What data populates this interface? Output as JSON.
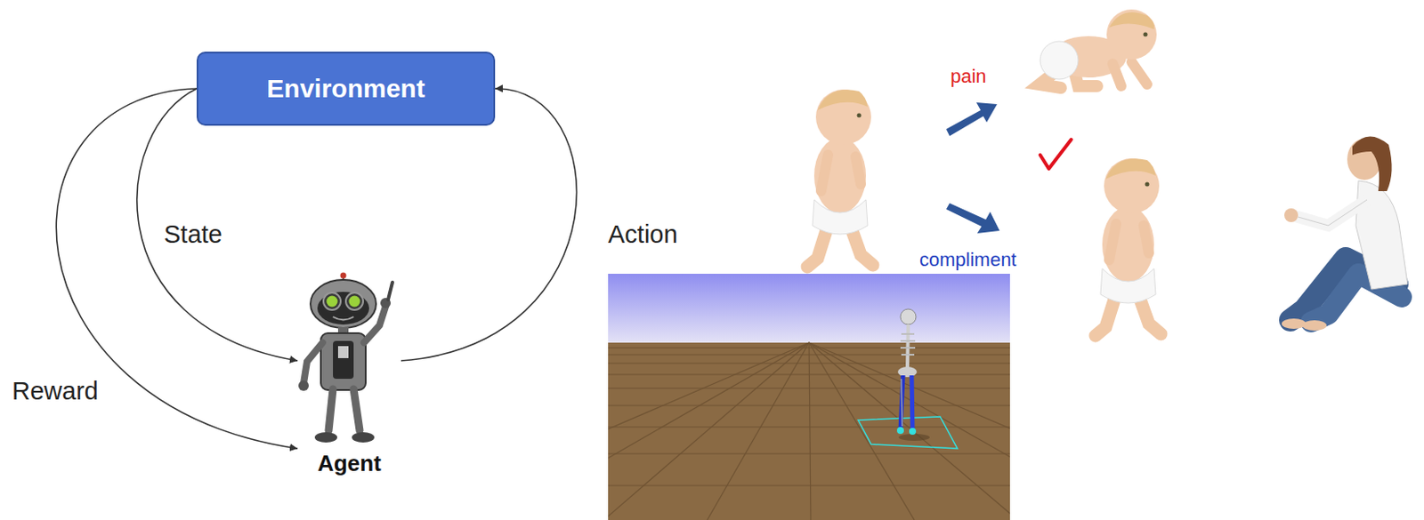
{
  "diagram": {
    "nodes": [
      {
        "text": [
          "Environment"
        ]
      },
      {
        "text": [
          "Agent"
        ]
      }
    ],
    "edges": [
      {
        "from": 0,
        "to": 1,
        "label": "State",
        "arrow": "to"
      },
      {
        "from": 0,
        "to": 1,
        "label": "Reward",
        "arrow": "to"
      },
      {
        "from": 1,
        "to": 0,
        "label": "Action",
        "arrow": "to"
      }
    ],
    "labels": [
      "pain",
      "compliment"
    ]
  }
}
